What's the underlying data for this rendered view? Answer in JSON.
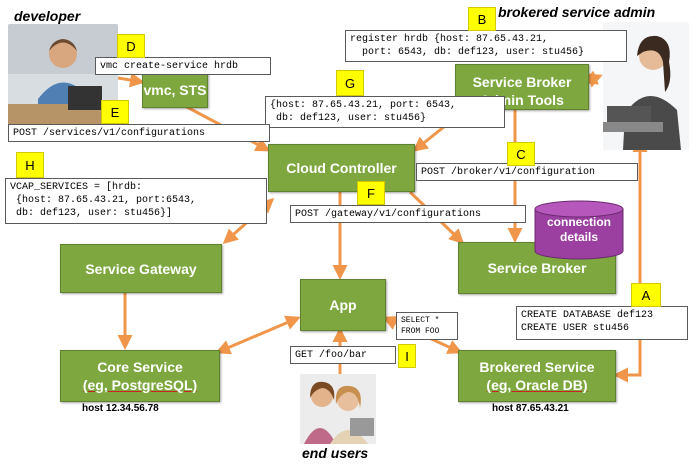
{
  "people": {
    "developer": "developer",
    "admin": "brokered service admin",
    "users": "end users"
  },
  "boxes": {
    "vmc_sts": "vmc, STS",
    "broker_admin_tools": "Service Broker Admin Tools",
    "cloud_controller": "Cloud Controller",
    "service_gateway": "Service Gateway",
    "app": "App",
    "service_broker": "Service Broker",
    "core_service_1": "Core Service",
    "core_service_2": "(eg, PostgreSQL)",
    "brokered_service_1": "Brokered Service",
    "brokered_service_2": "(eg, Oracle DB)",
    "connection_details": "connection details"
  },
  "hosts": {
    "core": "host 12.34.56.78",
    "brokered": "host 87.65.43.21"
  },
  "labels": {
    "A": "A",
    "B": "B",
    "C": "C",
    "D": "D",
    "E": "E",
    "F": "F",
    "G": "G",
    "H": "H",
    "I": "I"
  },
  "code": {
    "d": "vmc create-service hrdb",
    "b": "register hrdb {host: 87.65.43.21,\n  port: 6543, db: def123, user: stu456}",
    "g": "{host: 87.65.43.21, port: 6543,\n db: def123, user: stu456}",
    "e": "POST /services/v1/configurations",
    "c": "POST /broker/v1/configuration",
    "h": "VCAP_SERVICES = [hrdb:\n {host: 87.65.43.21, port:6543,\n db: def123, user: stu456}]",
    "f": "POST /gateway/v1/configurations",
    "a": "CREATE DATABASE def123\nCREATE USER stu456",
    "sql": "SELECT *\nFROM FOO",
    "i": "GET /foo/bar"
  },
  "colors": {
    "box_green": "#7ea83f",
    "arrow_orange": "#f0964a",
    "tag_yellow": "#ffff00",
    "cylinder_purple": "#9b3fa0"
  }
}
